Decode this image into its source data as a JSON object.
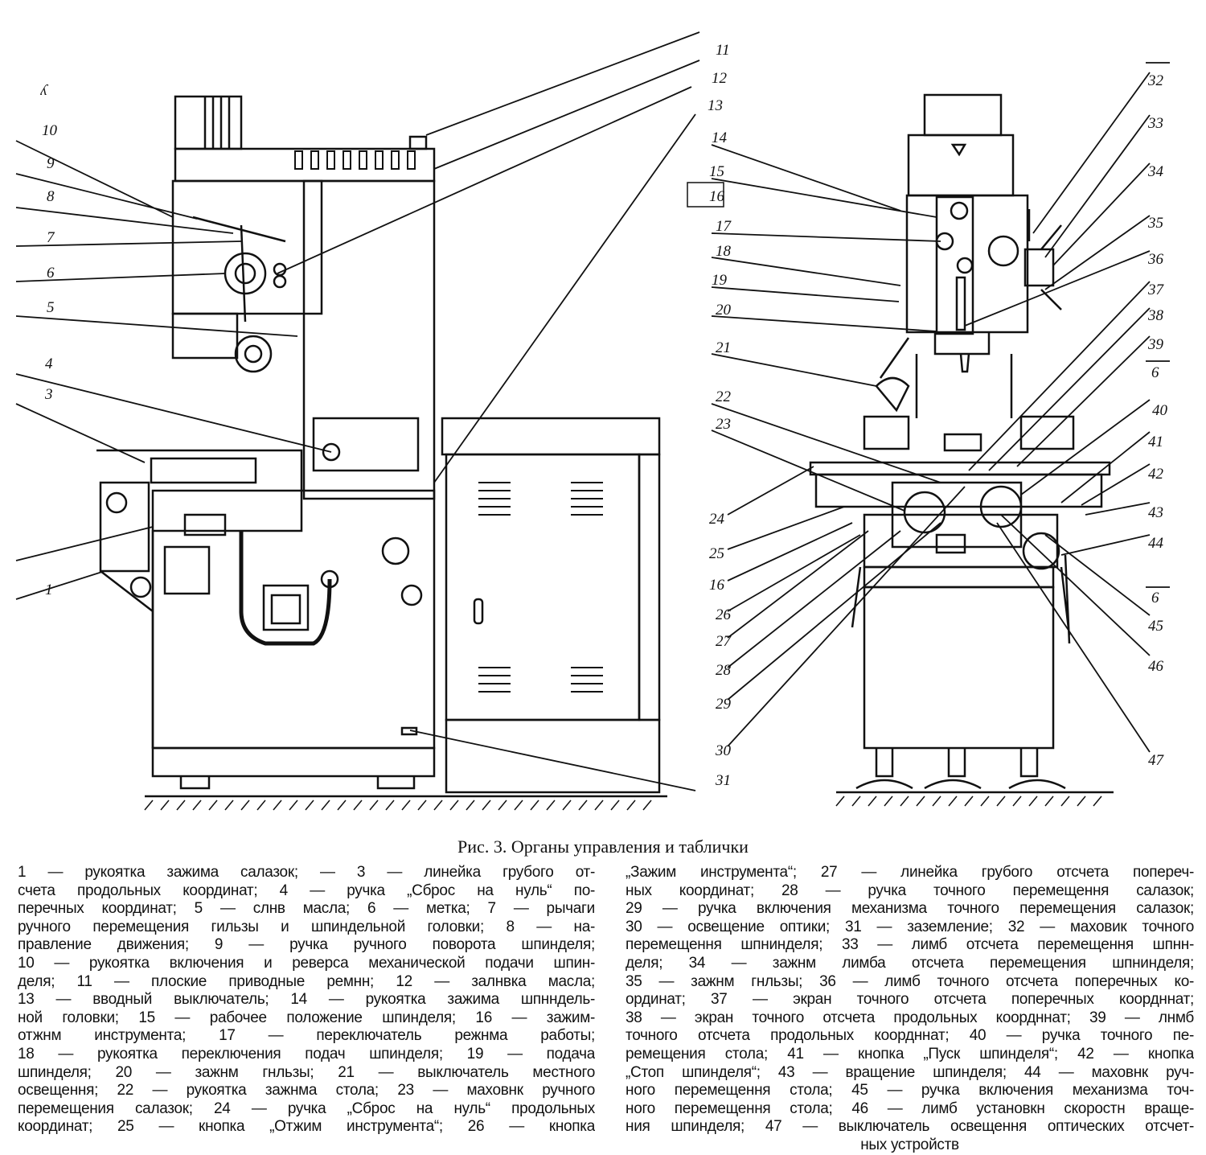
{
  "figure": {
    "corner_mark": "ʎ",
    "left_view_labels": [
      "11",
      "12",
      "13",
      "10",
      "9",
      "8",
      "7",
      "6",
      "5",
      "4",
      "3",
      "1",
      "31"
    ],
    "right_view_labels_left": [
      "14",
      "15",
      "16",
      "17",
      "18",
      "19",
      "20",
      "21",
      "22",
      "23",
      "24",
      "25",
      "16",
      "26",
      "27",
      "28",
      "29",
      "30"
    ],
    "right_view_labels_right": [
      "32",
      "33",
      "34",
      "35",
      "36",
      "37",
      "38",
      "39",
      "6",
      "40",
      "41",
      "42",
      "43",
      "44",
      "6",
      "45",
      "46",
      "47"
    ]
  },
  "caption": "Рис. 3. Органы управления и таблички",
  "legend": {
    "left_column": [
      "1 — рукоятка зажима салазок;   —     3 — линейка грубого от-",
      "счета продольных координат; 4 — ручка „Сброс на нуль“ по-",
      "перечных координат; 5 — слнв масла; 6 — метка; 7 — рычаги",
      "ручного перемещения гильзы и шпиндельной головки; 8 — на-",
      "правление движения; 9 — ручка ручного поворота шпинделя;",
      "10 — рукоятка включения и реверса механической подачи шпин-",
      "деля; 11 — плоские приводные ремнн; 12 — залнвка масла;",
      "13 — вводный выключатель; 14 — рукоятка зажима шпнндель-",
      "ной головки; 15 — рабочее положение шпинделя; 16 — зажим-",
      "отжнм инструмента; 17 — переключатель режнма работы;",
      "18 — рукоятка переключения подач шпинделя; 19 — подача",
      "шпинделя; 20 — зажнм гнльзы; 21 — выключатель местного",
      "освещення; 22 — рукоятка зажнма стола; 23 — маховнк ручного",
      "перемещения салазок; 24 — ручка „Сброс на нуль“ продольных",
      "координат; 25 — кнопка „Отжим инструмента“; 26 — кнопка"
    ],
    "right_column": [
      "„Зажим инструмента“; 27 — линейка грубого отсчета попереч-",
      "ных координат; 28 — ручка точного перемещення салазок;",
      "29 — ручка включения механизма точного перемещения салазок;",
      "30 — освещение оптики; 31 — заземление; 32 — маховик точного",
      "перемещення шпнинделя; 33 — лимб отсчета перемещення шпнн-",
      "деля; 34 — зажнм лимба отсчета перемещения шпнинделя;",
      "35 — зажнм гнльзы; 36 — лимб точного отсчета поперечных ко-",
      "ординат; 37 — экран точного отсчета поперечных коордннат;",
      "38 — экран точного отсчета продольных коордннат; 39 — лнмб",
      "точного отсчета продольных коордннат; 40 — ручка точного пе-",
      "ремещения стола; 41 — кнопка „Пуск шпинделя“; 42 — кнопка",
      "„Стоп шпинделя“; 43 — вращение шпинделя; 44 — маховнк руч-",
      "ного перемещення стола; 45 — ручка включения механизма точ-",
      "ного перемещення стола; 46 — лимб установкн скоростн враще-",
      "ния шпинделя; 47 — выключатель освещення оптических отсчет-",
      "ных устройств"
    ]
  },
  "colors": {
    "ink": "#111111",
    "paper": "#ffffff"
  }
}
